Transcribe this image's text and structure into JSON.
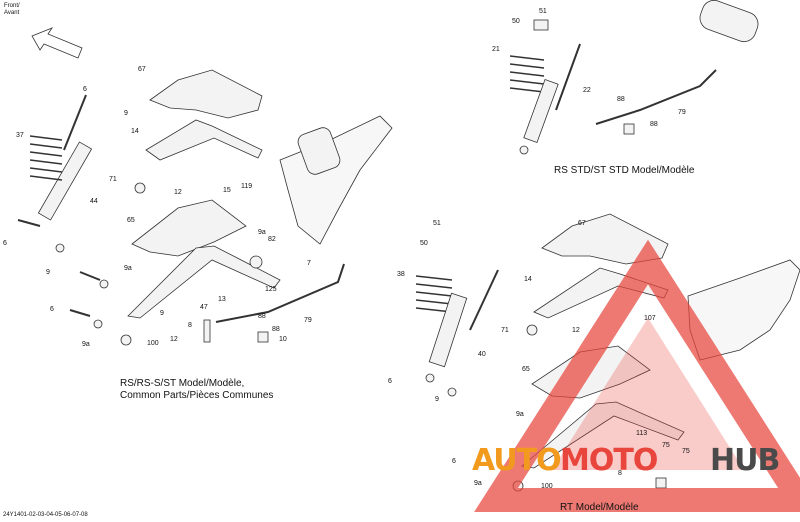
{
  "header": {
    "front_label": "Front/",
    "front_label_2": "Avant"
  },
  "captions": {
    "common": "RS/RS-S/ST Model/Modèle,",
    "common_2": "Common Parts/Pièces Communes",
    "rs_std": "RS STD/ST STD Model/Modèle",
    "rt": "RT Model/Modèle"
  },
  "footer": {
    "ref_code": "24Y1401-02-03-04-05-06-07-08"
  },
  "watermark": {
    "auto": "AUTO",
    "moto": "MOTO",
    "hub": "HUB",
    "color_red": "#e8453c",
    "color_orange": "#f29a1e",
    "color_dark": "#4a4a4a"
  },
  "callouts": {
    "common": [
      "67",
      "6",
      "9",
      "37",
      "14",
      "71",
      "12",
      "15",
      "119",
      "44",
      "65",
      "6",
      "9",
      "9a",
      "82",
      "7",
      "9a",
      "125",
      "6",
      "13",
      "47",
      "88",
      "79",
      "9",
      "10",
      "9a",
      "12",
      "8",
      "100",
      "88"
    ],
    "rs_std": [
      "51",
      "50",
      "21",
      "22",
      "88",
      "88",
      "79"
    ],
    "rt": [
      "51",
      "67",
      "50",
      "38",
      "14",
      "71",
      "12",
      "107",
      "6",
      "40",
      "65",
      "9",
      "9a",
      "113",
      "6",
      "9a",
      "75",
      "75",
      "8",
      "100"
    ]
  },
  "colors": {
    "line": "#333333",
    "dash": "#777777",
    "fill": "#f2f2f2"
  }
}
